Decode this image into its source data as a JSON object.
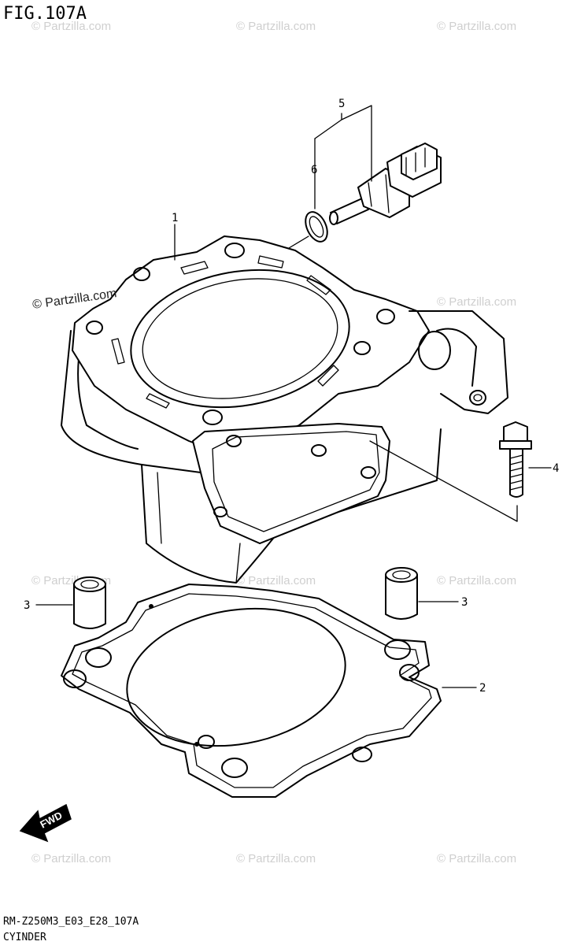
{
  "figure": {
    "title": "FIG.107A",
    "footer_code": "RM-Z250M3_E03_E28_107A",
    "footer_name": "CYINDER"
  },
  "callouts": [
    {
      "id": "1",
      "label": "1"
    },
    {
      "id": "2",
      "label": "2"
    },
    {
      "id": "3a",
      "label": "3"
    },
    {
      "id": "3b",
      "label": "3"
    },
    {
      "id": "4",
      "label": "4"
    },
    {
      "id": "5",
      "label": "5"
    },
    {
      "id": "6",
      "label": "6"
    }
  ],
  "direction_marker": {
    "label": "FWD",
    "icon": "forward-arrow-icon"
  },
  "watermarks": {
    "light_text": "© Partzilla.com",
    "dark_text": "© Partzilla.com"
  }
}
